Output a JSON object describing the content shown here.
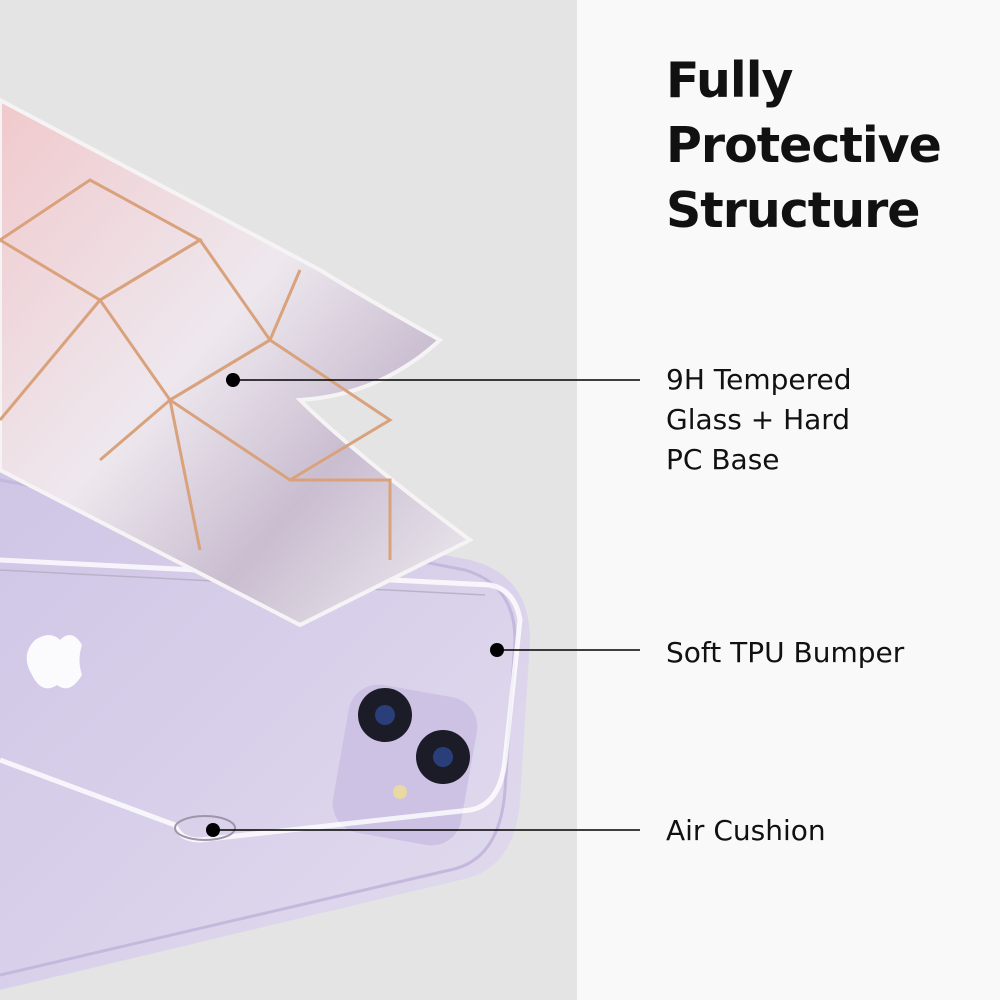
{
  "title": [
    "Fully",
    "Protective",
    "Structure"
  ],
  "callouts": [
    {
      "lines": [
        "9H Tempered",
        "Glass + Hard",
        "PC Base"
      ]
    },
    {
      "lines": [
        "Soft TPU Bumper"
      ]
    },
    {
      "lines": [
        "Air Cushion"
      ]
    }
  ],
  "colors": {
    "background_left": "#e4e4e4",
    "background_right": "#f9f9f9",
    "phone": "#d9d1ea",
    "marble_pink": "#e8b9bf",
    "rose_gold": "#d9a27c"
  }
}
